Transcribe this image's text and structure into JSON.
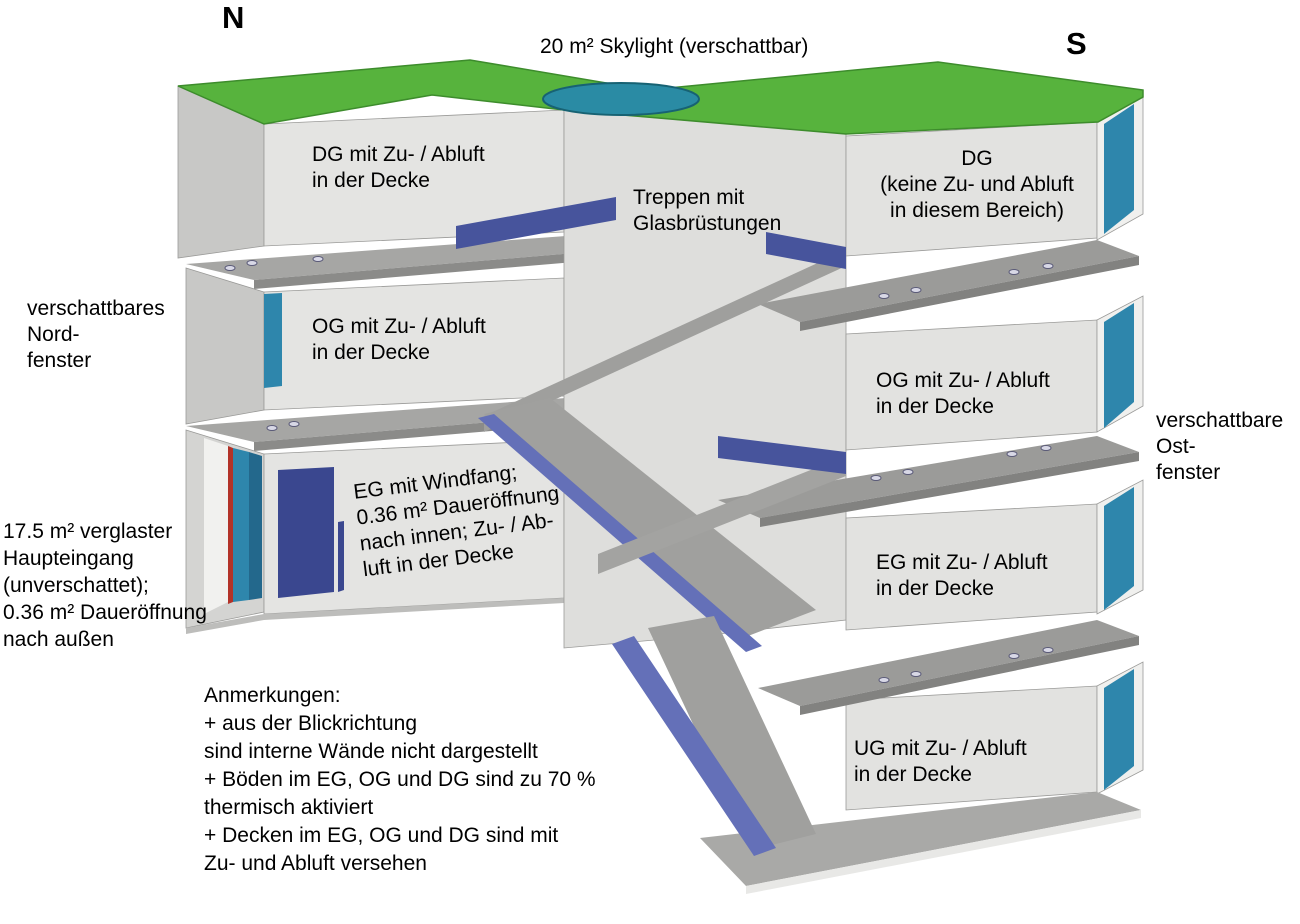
{
  "compass": {
    "north": "N",
    "south": "S"
  },
  "labels": {
    "skylight": "20 m² Skylight (verschattbar)",
    "dg_left": [
      "DG mit Zu- / Abluft",
      "in der Decke"
    ],
    "treppen": [
      "Treppen mit",
      "Glasbrüstungen"
    ],
    "dg_right": [
      "DG",
      "(keine Zu- und Abluft",
      "in diesem Bereich)"
    ],
    "nordfenster": [
      "verschattbares",
      "Nord-",
      "fenster"
    ],
    "og_left": [
      "OG mit Zu- / Abluft",
      "in der Decke"
    ],
    "og_right": [
      "OG mit Zu- / Abluft",
      "in der Decke"
    ],
    "ostfenster": [
      "verschattbare",
      "Ost-",
      "fenster"
    ],
    "haupteingang": [
      "17.5 m² verglaster",
      "Haupteingang",
      "(unverschattet);",
      "0.36 m² Daueröffnung",
      "nach außen"
    ],
    "eg_left": [
      "EG mit Windfang;",
      "0.36 m² Daueröffnung",
      "nach innen; Zu- / Ab-",
      "luft in der Decke"
    ],
    "eg_right": [
      "EG mit Zu- / Abluft",
      "in der Decke"
    ],
    "ug_right": [
      "UG mit Zu- / Abluft",
      "in der Decke"
    ],
    "anmerkungen": [
      "Anmerkungen:",
      "+ aus der Blickrichtung",
      "sind interne Wände nicht dargestellt",
      "+ Böden im EG, OG und DG sind zu 70 %",
      "thermisch aktiviert",
      "+ Decken im EG, OG und DG sind mit",
      "Zu- und Abluft versehen"
    ]
  },
  "colors": {
    "roof_green": "#57b33d",
    "roof_edge": "#3d8c2c",
    "skylight_teal": "#2a8ba4",
    "window_teal": "#2e86ac",
    "window_teal_dark": "#23688c",
    "accent_red": "#b23228",
    "railing_dark": "#47549c",
    "railing_light": "#6470b8",
    "door_navy": "#3a478f"
  }
}
